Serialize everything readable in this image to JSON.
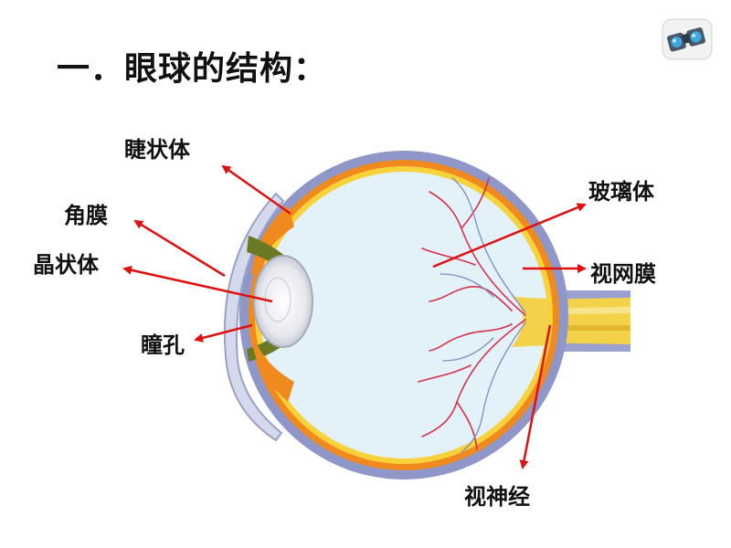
{
  "title": "一．眼球的结构：",
  "labels": {
    "ciliary_body": "睫状体",
    "cornea": "角膜",
    "lens": "晶状体",
    "pupil": "瞳孔",
    "vitreous_body": "玻璃体",
    "retina": "视网膜",
    "optic_nerve": "视神经"
  },
  "icons": {
    "corner": "binoculars-icon"
  },
  "colors": {
    "arrow": "#e01010",
    "sclera": "#8f96c8",
    "choroid": "#f08a1e",
    "retina": "#f7d23a",
    "vitreous": "#e3f1f8",
    "nerve": "#f3d24a",
    "vessel": "#d8324a"
  }
}
